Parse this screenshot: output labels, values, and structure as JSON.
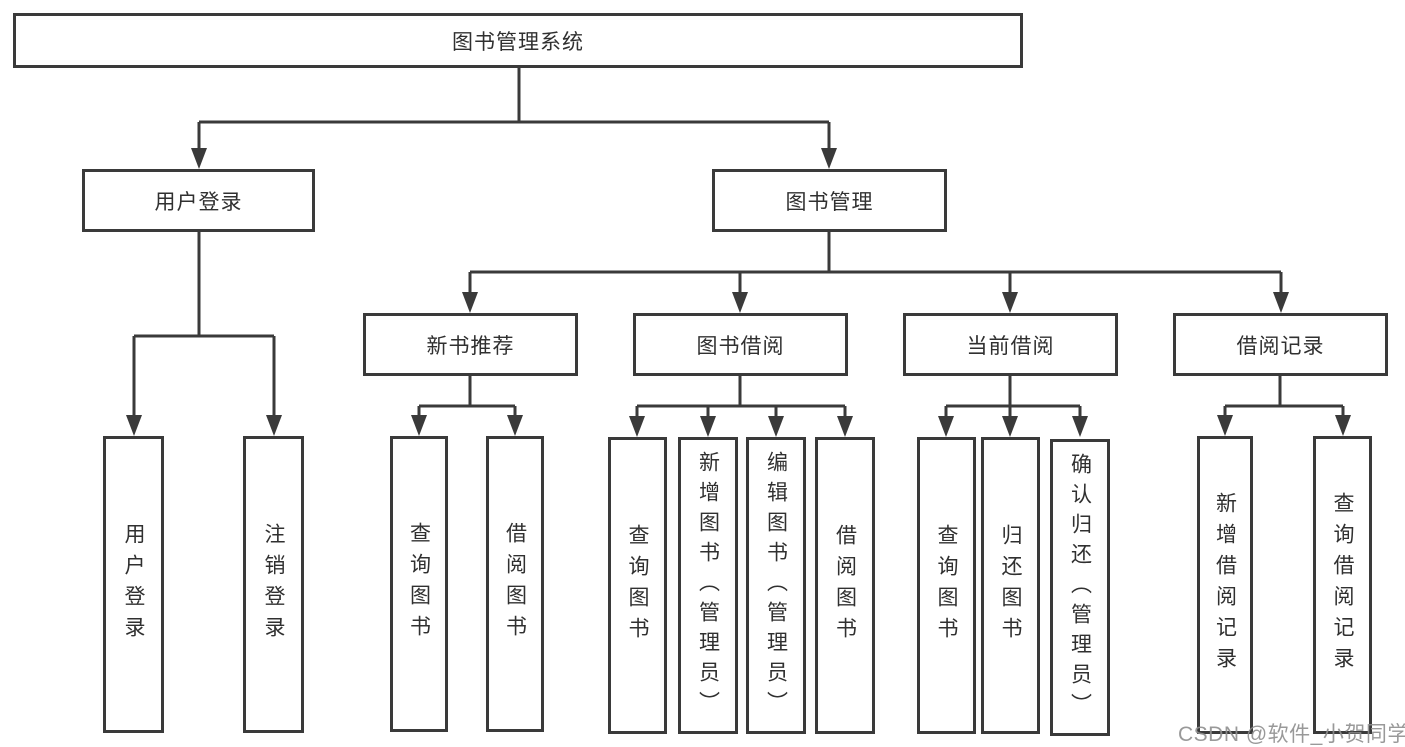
{
  "diagram": {
    "root": {
      "label": "图书管理系统",
      "children": [
        {
          "label": "用户登录",
          "children": [
            {
              "label": "用户登录"
            },
            {
              "label": "注销登录"
            }
          ]
        },
        {
          "label": "图书管理",
          "children": [
            {
              "label": "新书推荐",
              "children": [
                {
                  "label": "查询图书"
                },
                {
                  "label": "借阅图书"
                }
              ]
            },
            {
              "label": "图书借阅",
              "children": [
                {
                  "label": "查询图书"
                },
                {
                  "label": "新增图书（管理员）"
                },
                {
                  "label": "编辑图书（管理员）"
                },
                {
                  "label": "借阅图书"
                }
              ]
            },
            {
              "label": "当前借阅",
              "children": [
                {
                  "label": "查询图书"
                },
                {
                  "label": "归还图书"
                },
                {
                  "label": "确认归还（管理员）"
                }
              ]
            },
            {
              "label": "借阅记录",
              "children": [
                {
                  "label": "新增借阅记录"
                },
                {
                  "label": "查询借阅记录"
                }
              ]
            }
          ]
        }
      ]
    }
  },
  "watermark": "CSDN @软件_小贺同学",
  "colors": {
    "line": "#3a3a3a",
    "box_border": "#3a3a3a",
    "text": "#303030",
    "watermark": "#8f8f8f",
    "background": "#ffffff"
  }
}
